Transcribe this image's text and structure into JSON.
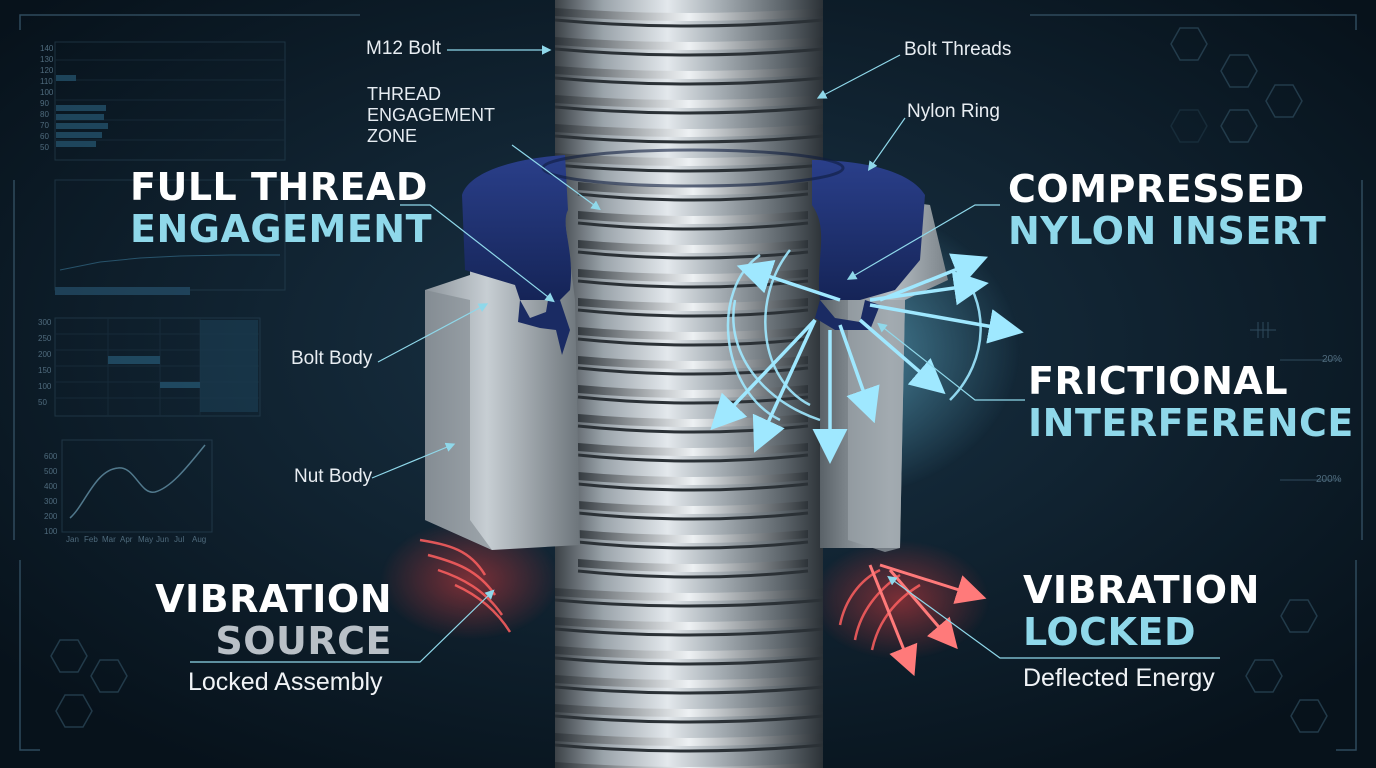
{
  "labels": {
    "m12_bolt": "M12 Bolt",
    "bolt_threads": "Bolt Threads",
    "thread_zone_line1": "THREAD",
    "thread_zone_line2": "ENGAGEMENT",
    "thread_zone_line3": "ZONE",
    "nylon_ring": "Nylon Ring",
    "bolt_body": "Bolt Body",
    "nut_body": "Nut Body"
  },
  "callouts": {
    "full_thread_line1": "FULL THREAD",
    "full_thread_line2": "ENGAGEMENT",
    "compressed_line1": "COMPRESSED",
    "compressed_line2": "NYLON INSERT",
    "frictional_line1": "FRICTIONAL",
    "frictional_line2": "INTERFERENCE",
    "vib_source_line1": "VIBRATION",
    "vib_source_line2": "SOURCE",
    "vib_source_sub": "Locked Assembly",
    "vib_locked_line1": "VIBRATION",
    "vib_locked_line2": "LOCKED",
    "vib_locked_sub": "Deflected Energy"
  },
  "hud": {
    "left_axis_top": [
      "140",
      "130",
      "120",
      "110",
      "100",
      "90",
      "80",
      "70",
      "60",
      "50"
    ],
    "left_axis_mid": [
      "300",
      "250",
      "200",
      "150",
      "100",
      "50"
    ],
    "left_axis_low": [
      "600",
      "500",
      "400",
      "300",
      "200",
      "100"
    ],
    "months": [
      "Jan",
      "Feb",
      "Mar",
      "Apr",
      "May",
      "Jun",
      "Jul",
      "Aug"
    ],
    "right_pct_top": "20%",
    "right_pct_low": "200%"
  },
  "colors": {
    "background": "#0b1a26",
    "nylon_blue": "#1d2f6e",
    "glow_cyan": "#7fe0ff",
    "vibration_red": "#ff5b5b",
    "callout_cyan": "#8fd8ea"
  }
}
